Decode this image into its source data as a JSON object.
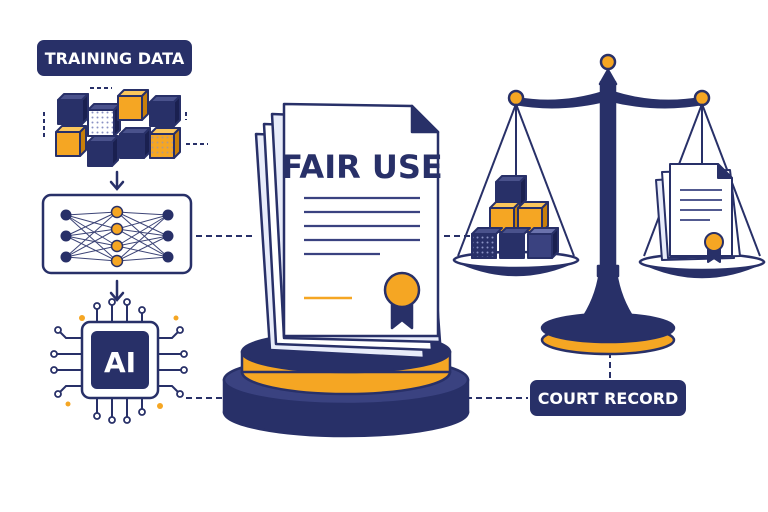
{
  "labels": {
    "training_data": "TRAINING DATA",
    "ai_chip": "AI",
    "document_title": "FAIR USE",
    "court_record": "COURT RECORD"
  },
  "colors": {
    "navy": "#283068",
    "orange": "#f5a623",
    "light_blue": "#e8ecfa",
    "white": "#ffffff"
  },
  "icons": {
    "training_cubes": "data-cubes-icon",
    "neural_network": "neural-network-icon",
    "ai_chip": "ai-chip-icon",
    "document": "document-stack-icon",
    "seal": "award-seal-icon",
    "scales": "scales-of-justice-icon"
  }
}
